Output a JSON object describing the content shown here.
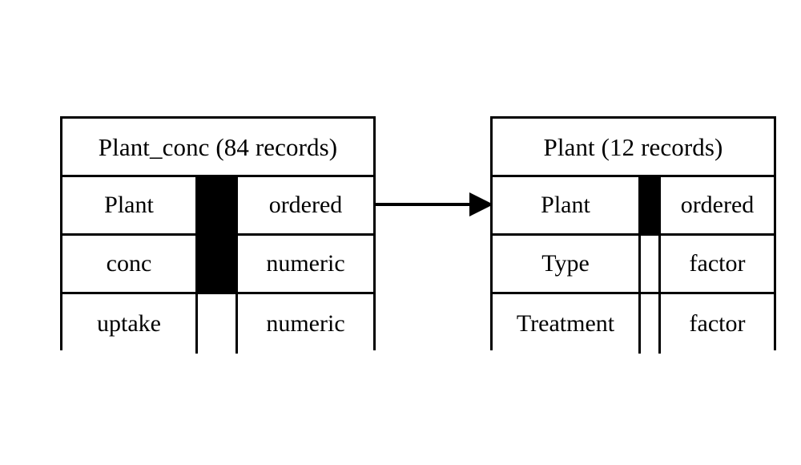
{
  "diagram": {
    "type": "entity-relationship",
    "background_color": "#ffffff",
    "line_color": "#000000",
    "entities": [
      {
        "id": "plant_conc",
        "name": "Plant_conc",
        "record_count": "84",
        "title": "Plant_conc (84 records)",
        "fields": [
          {
            "name": "Plant",
            "type": "ordered",
            "key_marker": "filled"
          },
          {
            "name": "conc",
            "type": "numeric",
            "key_marker": "filled"
          },
          {
            "name": "uptake",
            "type": "numeric",
            "key_marker": "empty"
          }
        ]
      },
      {
        "id": "plant",
        "name": "Plant",
        "record_count": "12",
        "title": "Plant (12 records)",
        "fields": [
          {
            "name": "Plant",
            "type": "ordered",
            "key_marker": "filled"
          },
          {
            "name": "Type",
            "type": "factor",
            "key_marker": "empty"
          },
          {
            "name": "Treatment",
            "type": "factor",
            "key_marker": "empty"
          }
        ]
      }
    ],
    "relationship": {
      "from": "plant_conc",
      "to": "plant",
      "from_field": "Plant",
      "to_field": "Plant",
      "arrow_style": "solid-filled-head",
      "direction": "right"
    }
  }
}
